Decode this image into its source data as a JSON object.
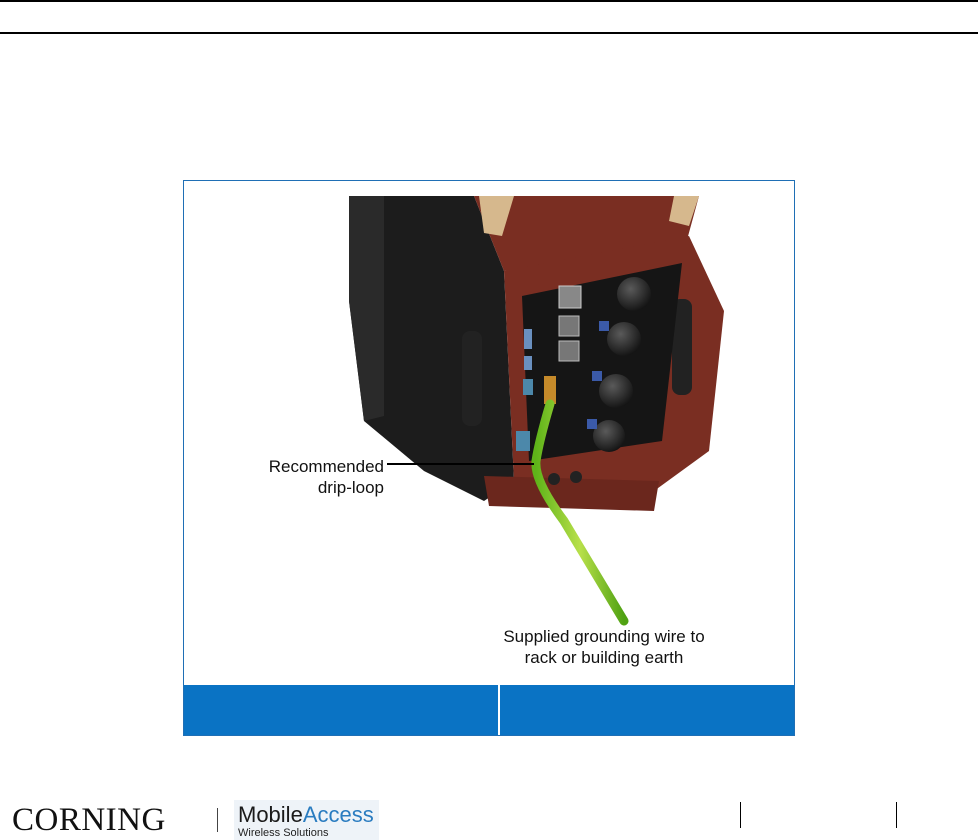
{
  "figure": {
    "callout_drip_loop_line1": "Recommended",
    "callout_drip_loop_line2": "drip-loop",
    "callout_ground_line1": "Supplied grounding wire to",
    "callout_ground_line2": "rack or building earth"
  },
  "caption_bar": {
    "color": "#0a73c4",
    "left_text": "",
    "right_text": ""
  },
  "footer": {
    "corning_wordmark": "CORNING",
    "mobileaccess_part1": "Mobile",
    "mobileaccess_part2": "Access",
    "mobileaccess_tagline": "Wireless Solutions"
  },
  "colors": {
    "frame_border": "#1f6fb5",
    "enclosure_red": "#7a2e22",
    "ground_wire": "#7bcf2a",
    "brand_blue": "#2a7cc0"
  }
}
